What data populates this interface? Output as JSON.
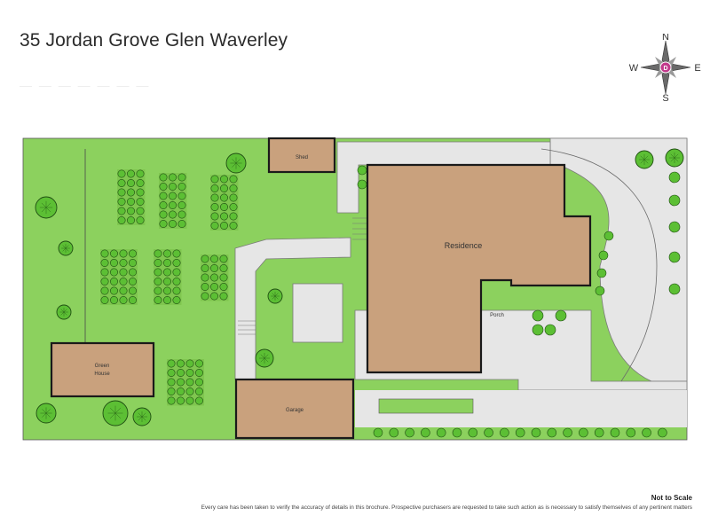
{
  "title": "35 Jordan Grove Glen Waverley",
  "compass": {
    "n": "N",
    "s": "S",
    "e": "E",
    "w": "W",
    "center": "D",
    "accent": "#c23a8c"
  },
  "labels": {
    "shed": "Shed",
    "residence": "Residence",
    "porch": "Porch",
    "green_house_line1": "Green",
    "green_house_line2": "House",
    "garage": "Garage"
  },
  "footer": {
    "not_to_scale": "Not to Scale",
    "disclaimer": "Every care has been taken to verify the accuracy of details in this brochure. Prospective purchasers are requested to take such action as is necessary to satisfy themselves of any pertinent matters"
  },
  "colors": {
    "grass": "#8cd15e",
    "paving": "#e6e6e6",
    "building": "#c9a17d",
    "tree": "#5cbf34",
    "outline": "#1a1a1a"
  }
}
